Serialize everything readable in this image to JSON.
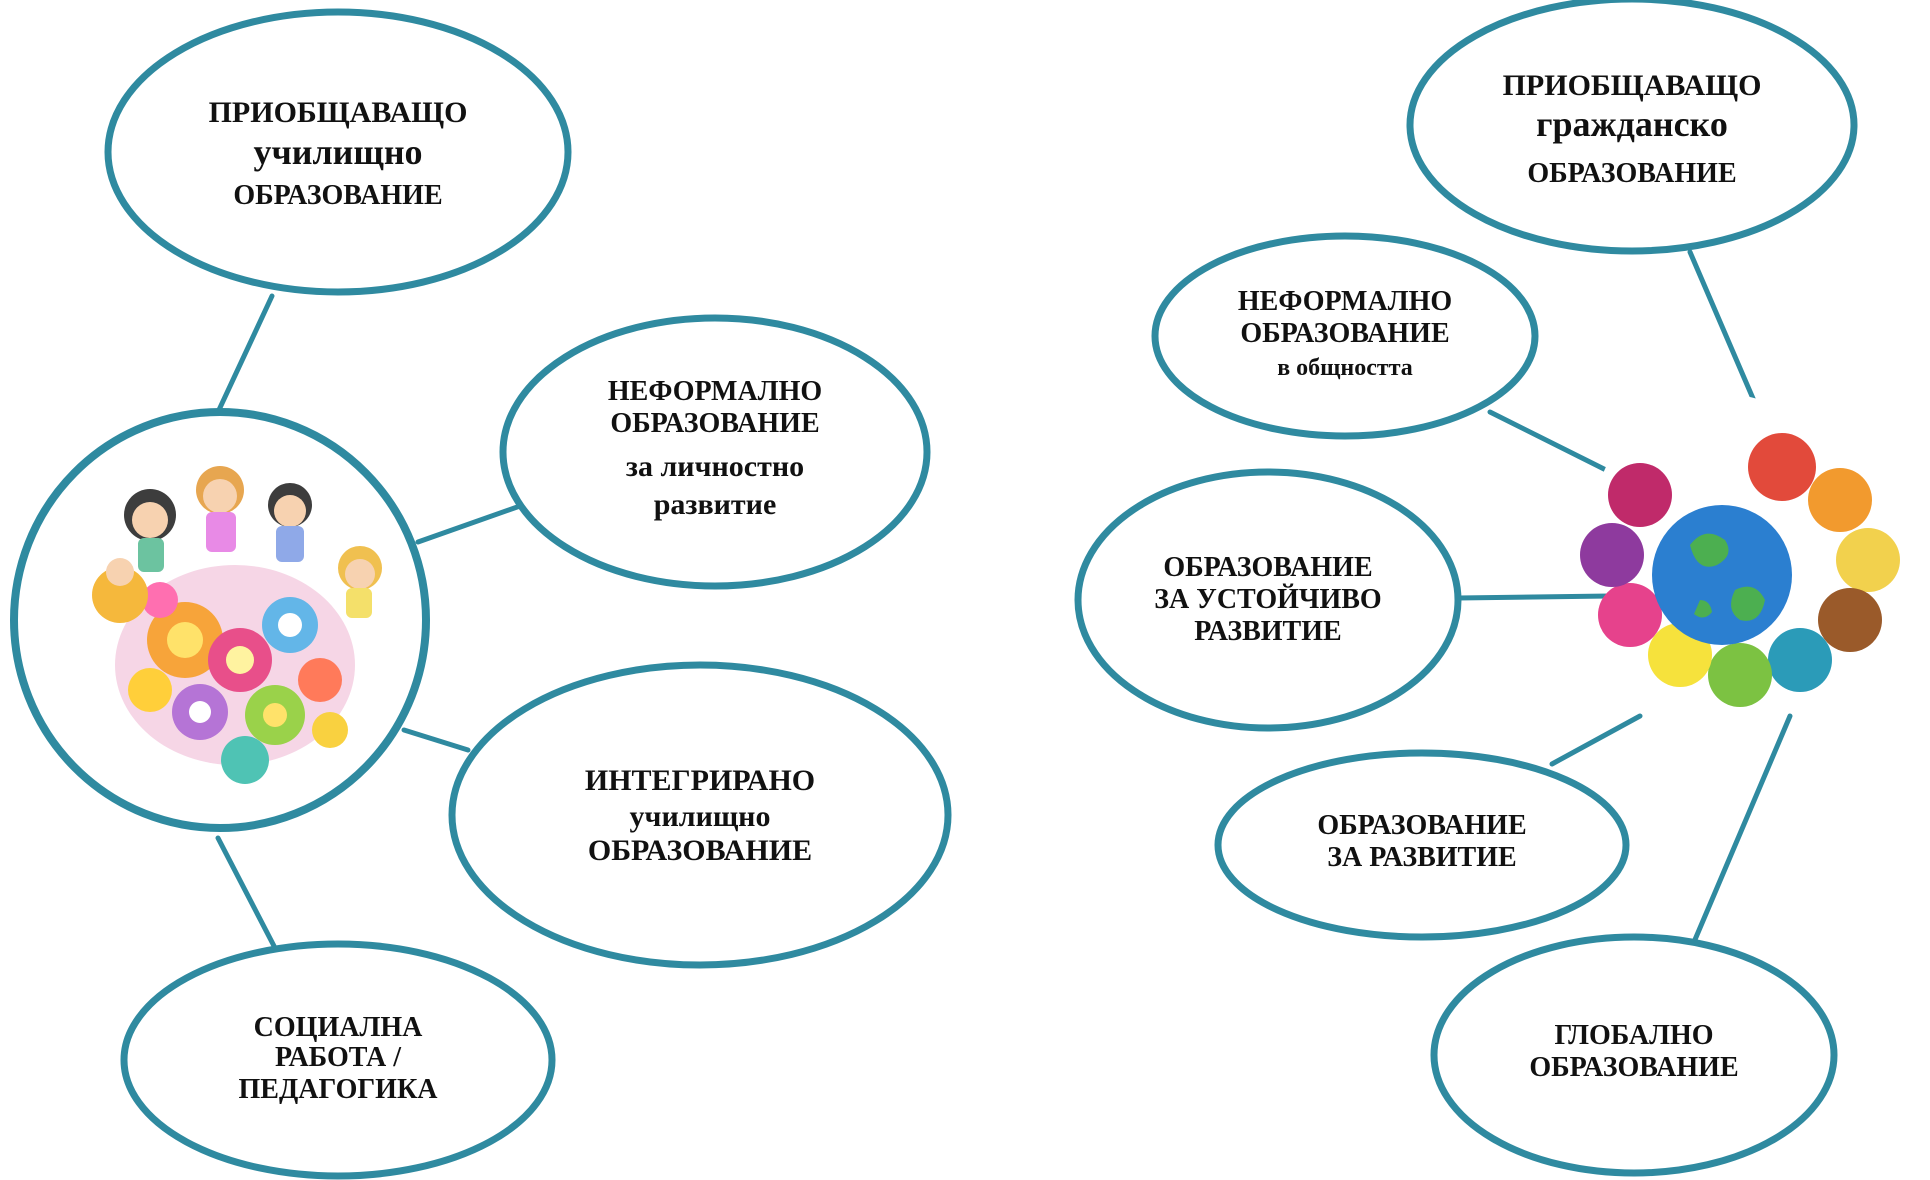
{
  "colors": {
    "accent": "#2f8aa0",
    "text": "#111111",
    "background": "#ffffff"
  },
  "left_cluster": {
    "hub_image": "children-around-flower-globe",
    "nodes": [
      {
        "id": "school-inclusive",
        "lines": [
          "ПРИОБЩАВАЩО",
          "училищно",
          "ОБРАЗОВАНИЕ"
        ]
      },
      {
        "id": "nonformal-personal",
        "lines": [
          "НЕФОРМАЛНО",
          "ОБРАЗОВАНИЕ",
          "за личностно",
          "развитие"
        ]
      },
      {
        "id": "integrated-school",
        "lines": [
          "ИНТЕГРИРАНО",
          "училищно",
          "ОБРАЗОВАНИЕ"
        ]
      },
      {
        "id": "social-work",
        "lines": [
          "СОЦИАЛНА",
          "РАБОТА /",
          "ПЕДАГОГИКА"
        ]
      }
    ]
  },
  "right_cluster": {
    "hub_image": "hands-around-globe",
    "nodes": [
      {
        "id": "civic-inclusive",
        "lines": [
          "ПРИОБЩАВАЩО",
          "гражданско",
          "ОБРАЗОВАНИЕ"
        ]
      },
      {
        "id": "nonformal-community",
        "lines": [
          "НЕФОРМАЛНО",
          "ОБРАЗОВАНИЕ",
          "в общността"
        ]
      },
      {
        "id": "sustainable",
        "lines": [
          "ОБРАЗОВАНИЕ",
          "ЗА УСТОЙЧИВО",
          "РАЗВИТИЕ"
        ]
      },
      {
        "id": "development",
        "lines": [
          "ОБРАЗОВАНИЕ",
          "ЗА РАЗВИТИЕ"
        ]
      },
      {
        "id": "global",
        "lines": [
          "ГЛОБАЛНО",
          "ОБРАЗОВАНИЕ"
        ]
      }
    ]
  }
}
